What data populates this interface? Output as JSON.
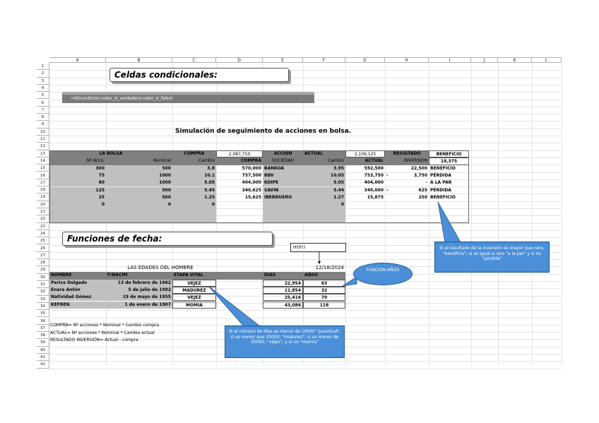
{
  "columns": [
    "A",
    "B",
    "C",
    "D",
    "E",
    "F",
    "G",
    "H",
    "I",
    "J",
    "K",
    "L"
  ],
  "rows": [
    "1",
    "2",
    "3",
    "4",
    "5",
    "6",
    "7",
    "8",
    "9",
    "10",
    "11",
    "12",
    "13",
    "14",
    "15",
    "16",
    "17",
    "18",
    "19",
    "20",
    "21",
    "22",
    "23",
    "24",
    "25",
    "26",
    "27",
    "28",
    "29",
    "30",
    "31",
    "32",
    "33",
    "34",
    "35",
    "36",
    "37",
    "38",
    "39",
    "40",
    "41",
    "42"
  ],
  "titles": {
    "conditional": "Celdas condicionales:",
    "formula": "=SI(condicion;valor_si_verdadero;valor_si_falso)",
    "simulation": "Simulación de seguimiento de acciones en bolsa.",
    "dates": "Funciones de fecha:"
  },
  "stock": {
    "h13": {
      "bolsa": "LA BOLSA",
      "compra_lbl": "COMPRA",
      "compra_val": "2,087,750",
      "accion": "ACCIÓN",
      "actual_lbl": "ACTUAL",
      "actual_val": "2,106,125",
      "resultado": "RESULTADO",
      "beneficio": "BENEFICIO"
    },
    "h14": {
      "acc": "Nº Acco.",
      "nominal": "Nominal",
      "cambio": "Cambio",
      "compra": "COMPRA",
      "sociedad": "SOCIEDAD",
      "cambio2": "Cambio",
      "actual": "ACTUAL",
      "inversion": "INVERSION",
      "total": "18,375"
    },
    "rows": [
      {
        "acc": "300",
        "nominal": "500",
        "cambio": "3.8",
        "compra": "570,000",
        "soc": "BANKOA",
        "cambio2": "3.95",
        "actual": "592,500",
        "sign": "",
        "inv": "22,500",
        "ben": "BENEFICIO"
      },
      {
        "acc": "75",
        "nominal": "1000",
        "cambio": "10.1",
        "compra": "757,500",
        "soc": "BBV",
        "cambio2": "10.05",
        "actual": "753,750",
        "sign": "-",
        "inv": "3,750",
        "ben": "PÉRDIDA"
      },
      {
        "acc": "80",
        "nominal": "1000",
        "cambio": "5.05",
        "compra": "404,000",
        "soc": "KOIPE",
        "cambio2": "5.05",
        "actual": "404,000",
        "sign": "",
        "inv": "-",
        "ben": "A LA PAR"
      },
      {
        "acc": "125",
        "nominal": "500",
        "cambio": "5.45",
        "compra": "340,625",
        "soc": "SAVIN",
        "cambio2": "5.44",
        "actual": "340,000",
        "sign": "-",
        "inv": "625",
        "ben": "PÉRDIDA"
      },
      {
        "acc": "25",
        "nominal": "500",
        "cambio": "1.25",
        "compra": "15,625",
        "soc": "IBERDUERO",
        "cambio2": "1.27",
        "actual": "15,875",
        "sign": "",
        "inv": "250",
        "ben": "BENEFICIO"
      },
      {
        "acc": "0",
        "nominal": "0",
        "cambio": "0",
        "compra": "",
        "soc": "",
        "cambio2": "0",
        "actual": "",
        "sign": "",
        "inv": "",
        "ben": ""
      }
    ]
  },
  "ages": {
    "hoy": "HOY()",
    "title": "LAS EDADES DEL HOMBRE",
    "date": "12/18/2024",
    "headers": {
      "nombre": "NOMBRE",
      "fnacim": "F/NACIM",
      "etapa": "ETAPA VITAL",
      "dias": "DIAS",
      "anos": "AÑOS"
    },
    "rows": [
      {
        "nombre": "Perico Delgado",
        "fnacim": "13 de febrero de 1962",
        "etapa": "VEJEZ",
        "dias": "22,954",
        "anos": "63"
      },
      {
        "nombre": "Enara Antón",
        "fnacim": "5 de julio de 1992",
        "etapa": "MADUREZ",
        "dias": "11,854",
        "anos": "32"
      },
      {
        "nombre": " Natividad Gómez",
        "fnacim": "19 de mayo de 1955",
        "etapa": "VEJEZ",
        "dias": "25,416",
        "anos": "70"
      },
      {
        "nombre": "KEFREN",
        "fnacim": "1 de enero de 1907",
        "etapa": "MOMIA",
        "dias": "43,086",
        "anos": "118"
      }
    ]
  },
  "notes": [
    "COMPRA= Nº acciones * Nominal * Cambio compra",
    "ACTUAL= Nº acciones * Nominal * Cambio actual",
    "RESULTADO INVERSIÓN= Actual - compra"
  ],
  "bubbles": {
    "beneficio": "Si el resultado de la inversión es mayor que cero, \"beneficio\"; si es igual a cero \"a la par\" y si no \"pérdida\"",
    "funcion": "FUNCION AÑOS",
    "etapa": "Si el número de dias es menor de 10000 \"juventud\"; si es menor que 20000, \"madurez\"; si es menor de 30000; \"vejez\"; y si no \"momia\""
  },
  "colors": {
    "grey": "#c0c0c0",
    "dark": "#808080",
    "bubble": "#4a8fd8"
  }
}
